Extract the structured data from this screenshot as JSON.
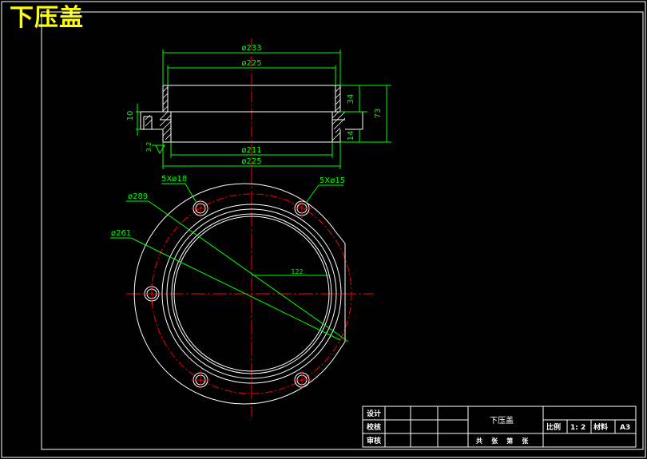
{
  "drawing_title": "下压盖",
  "dimensions": {
    "d233": "ø233",
    "d225_top": "ø225",
    "d211": "ø211",
    "d225_bottom": "ø225",
    "h34": "34",
    "h73": "73",
    "h14": "14",
    "h10": "10",
    "d289": "ø289",
    "d261": "ø261",
    "holes18": "5Xø18",
    "holes15": "5Xø15",
    "r122": "122",
    "roughness": "3.2"
  },
  "title_block": {
    "design": "设计",
    "check": "校核",
    "review": "审核",
    "part_name": "下压盖",
    "scale_label": "比例",
    "scale_value": "1: 2",
    "material_label": "材料",
    "material_value": "A3",
    "sheets": "共    张    第    张"
  },
  "colors": {
    "outline": "#ffffff",
    "dimension": "#00ff00",
    "centerline": "#ff0000",
    "title": "#ffff00"
  }
}
